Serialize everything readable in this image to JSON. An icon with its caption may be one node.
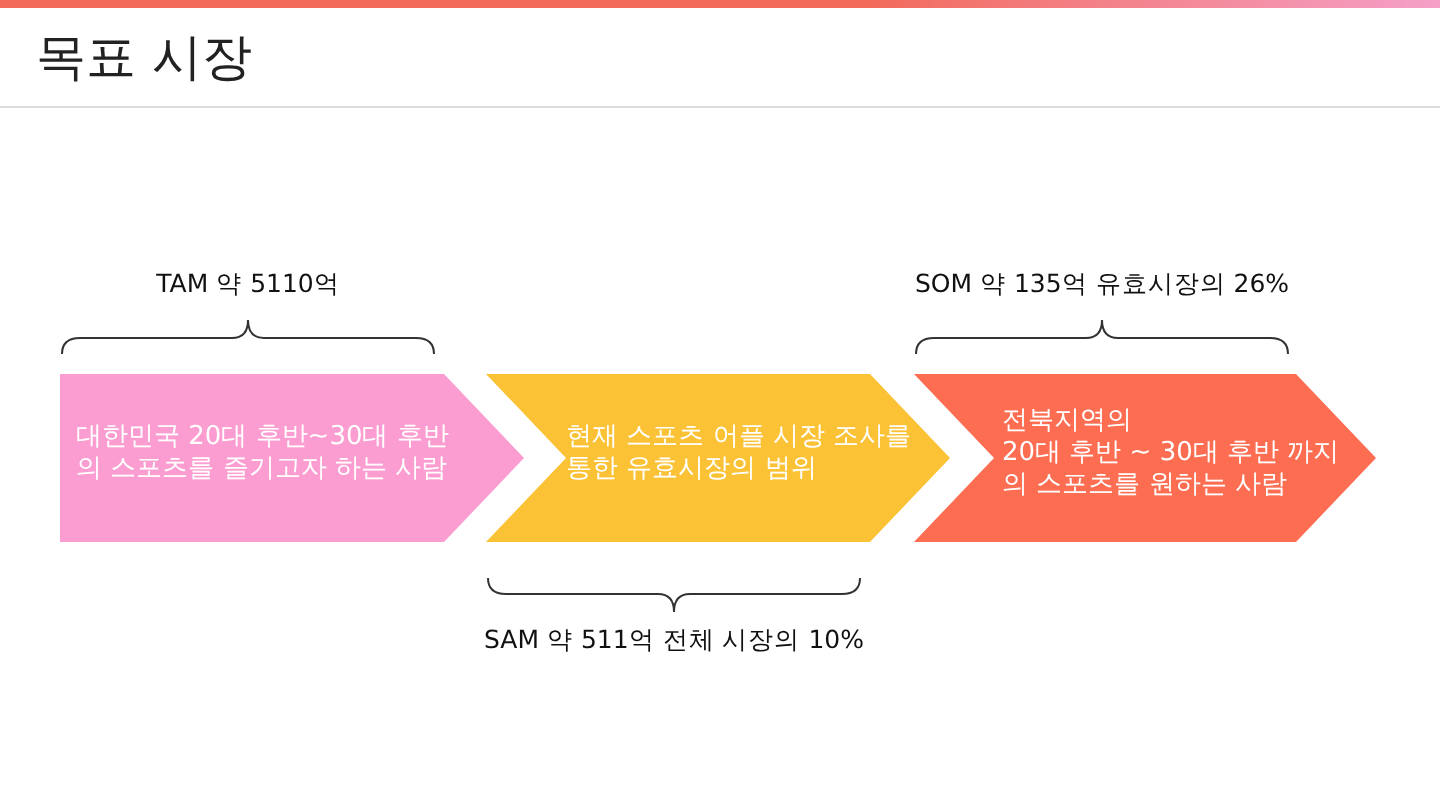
{
  "diagram": {
    "title": "목표 시장",
    "nodes": [
      {
        "text": [
          "대한민국 20대 후반~30대 후반의 스포츠를 즐기고자 하는 사람"
        ],
        "beside": [
          "TAM 약 5110억"
        ]
      },
      {
        "text": [
          "현재 스포츠 어플 시장 조사를 통한 유효시장의 범위"
        ],
        "beside": [
          "SAM 약 511억 전체 시장의 10%"
        ]
      },
      {
        "text": [
          "전북지역의",
          "20대 후반 ~ 30대 후반 까지의 스포츠를 원하는 사람"
        ],
        "beside": [
          "SOM 약 135억 유효시장의 26%"
        ]
      }
    ]
  }
}
